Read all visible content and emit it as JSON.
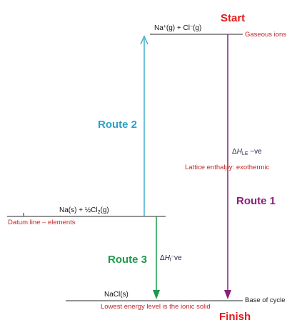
{
  "colors": {
    "route1": "#8b1f7a",
    "route2": "#2aa1c7",
    "route3": "#1c9a4a",
    "red": "#e01b1b",
    "label_red": "#c0282a",
    "line": "#555555"
  },
  "start": "Start",
  "finish": "Finish",
  "top_level": {
    "na_ion": "Na",
    "na_charge": "+",
    "na_state": "(g) + Cl",
    "cl_charge": "−",
    "cl_state": "(g)",
    "label": "Gaseous ions"
  },
  "datum_level": {
    "na": "Na(s) + ½Cl",
    "sub": "2",
    "state": "(g)",
    "label": "Datum line – elements"
  },
  "base_level": {
    "formula": "NaCl(s)",
    "label": "Base of cycle",
    "note": "Lowest energy level is the ionic solid"
  },
  "routes": {
    "route1": "Route 1",
    "route2": "Route 2",
    "route3": "Route 3"
  },
  "lattice": {
    "delta": "Δ",
    "symbol": "H",
    "subscript": "LE",
    "sign": " −ve",
    "description": "Lattice enthalpy: exothermic"
  },
  "formation": {
    "delta": "Δ",
    "symbol": "H",
    "subscript": "f",
    "superscript": "−",
    "sign": "ve"
  }
}
